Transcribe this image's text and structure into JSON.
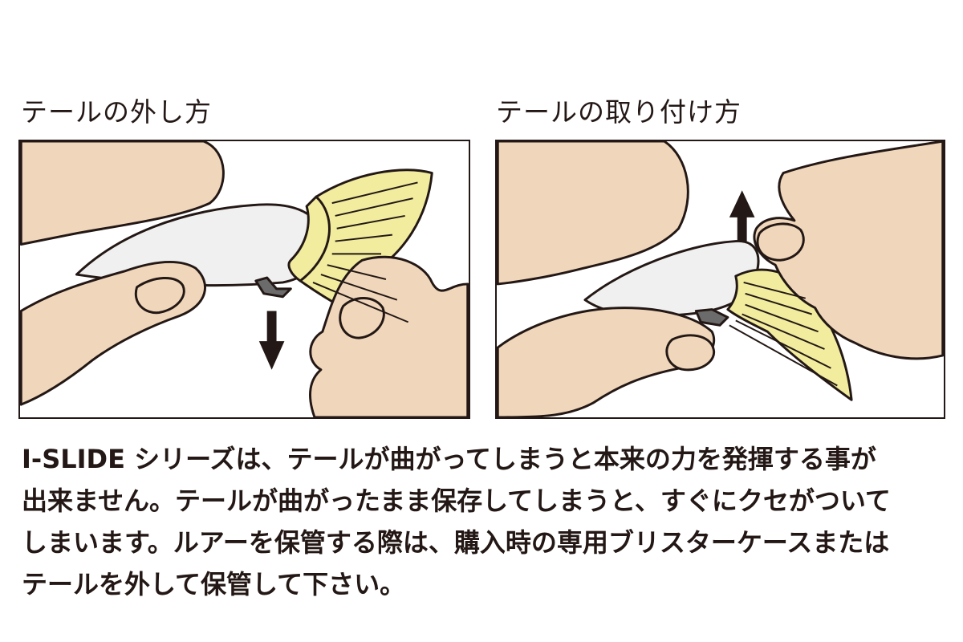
{
  "diagrams": {
    "left": {
      "title": "テールの外し方"
    },
    "right": {
      "title": "テールの取り付け方"
    }
  },
  "description": {
    "lines": [
      "I-SLIDE シリーズは、テールが曲がってしまうと本来の力を発揮する事が",
      "出来ません。テールが曲がったまま保存してしまうと、すぐにクセがついて",
      "しまいます。ルアーを保管する際は、購入時の専用ブリスターケースまたは",
      "テールを外して保管して下さい。"
    ]
  },
  "colors": {
    "skin": "#f0d7bb",
    "lure_body": "#f0f0f0",
    "tail_yellow": "#f1ec9e",
    "outline": "#231815",
    "connector": "#6b6b6b"
  }
}
